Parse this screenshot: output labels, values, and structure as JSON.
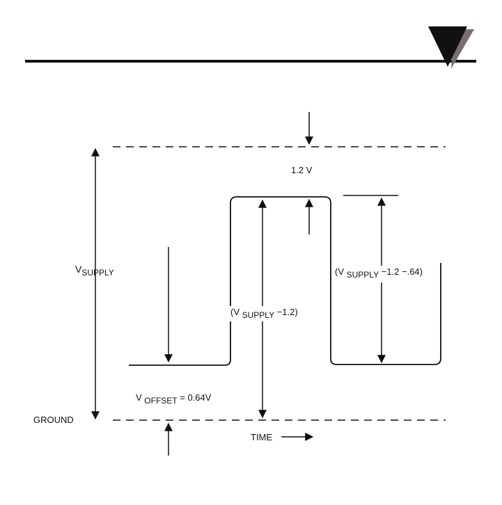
{
  "header": {
    "logo_icon": "triangle-logo-icon"
  },
  "diagram": {
    "labels": {
      "v_supply_main": "V",
      "v_supply_sub": "SUPPLY",
      "ground": "GROUND",
      "gap_1_2v": "1.2 V",
      "mid_label_open": "(V",
      "mid_label_sub": "SUPPLY",
      "mid_label_tail": "−1.2)",
      "right_label_open": "(V",
      "right_label_sub": "SUPPLY",
      "right_label_tail": "−1.2 −.64)",
      "offset_main": "V",
      "offset_sub": "OFFSET",
      "offset_tail": "= 0.64V",
      "time": "TIME"
    }
  }
}
